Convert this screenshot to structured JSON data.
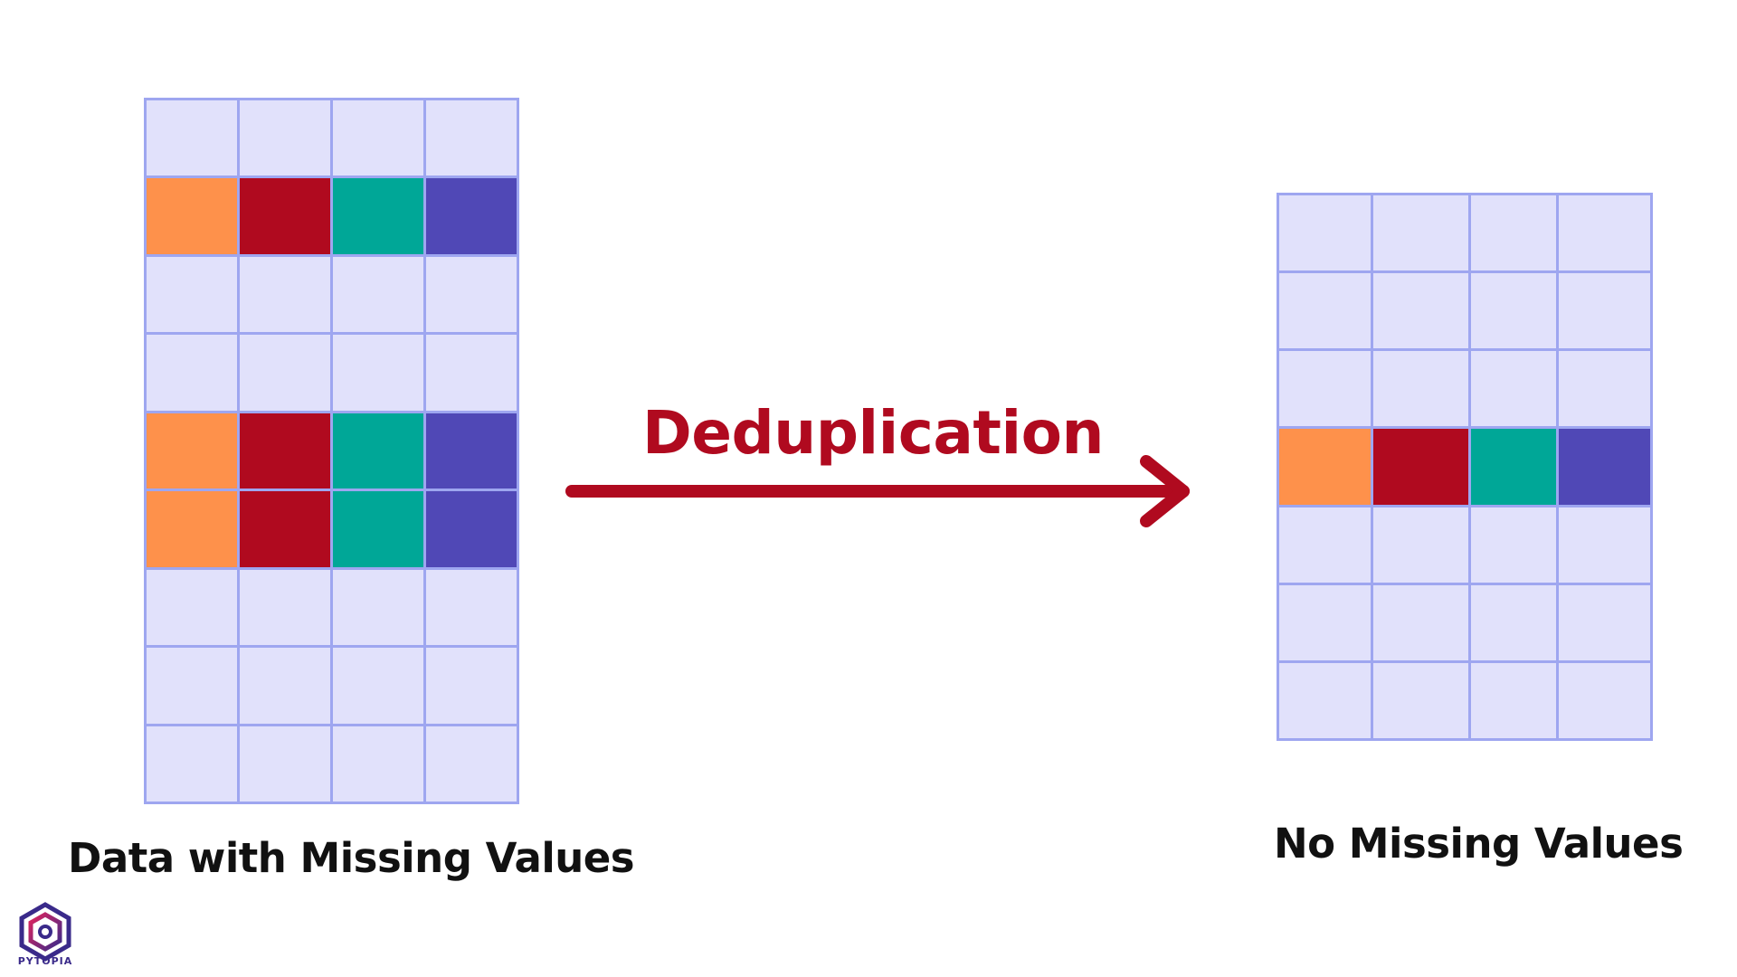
{
  "left_table": {
    "caption": "Data with Missing Values",
    "columns": 4,
    "rows": 9,
    "highlighted_rows": [
      1,
      4,
      5
    ]
  },
  "right_table": {
    "caption": "No Missing Values",
    "columns": 4,
    "rows": 7,
    "highlighted_rows": [
      3
    ]
  },
  "process": {
    "label": "Deduplication"
  },
  "logo": {
    "text": "PYTOPIA",
    "icon": "hexagon-logo-icon"
  },
  "colors": {
    "empty_cell": "#e1e1fb",
    "grid_line": "#9ea6f0",
    "column_colors": [
      "#fe914b",
      "#b00a1f",
      "#00a797",
      "#5048b6"
    ],
    "accent": "#b00a1f",
    "caption_text": "#111111"
  }
}
